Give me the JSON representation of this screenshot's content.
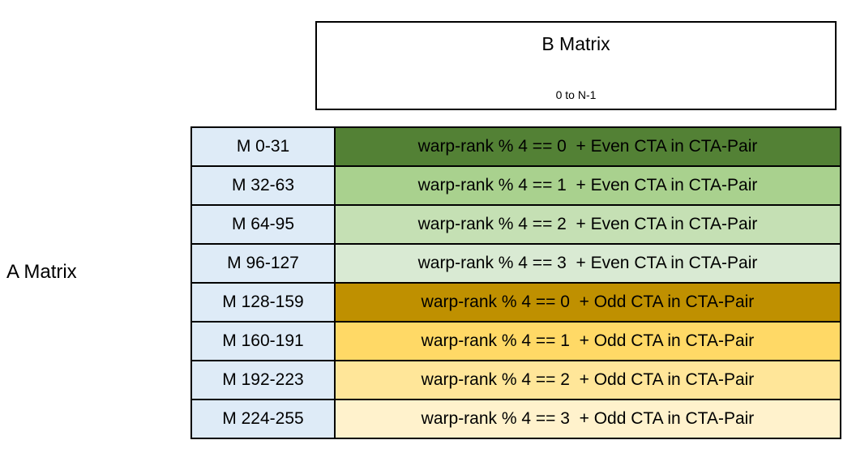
{
  "labels": {
    "a_matrix": "A Matrix"
  },
  "b_matrix_box": {
    "title": "B Matrix",
    "range_label": "0 to N-1"
  },
  "a_matrix_table": {
    "m_column_bg": "#DEEBF7",
    "border_color": "#000000",
    "rows": [
      {
        "m_range": "M 0-31",
        "description": "warp-rank % 4 == 0  + Even CTA in CTA-Pair",
        "color": "#538135"
      },
      {
        "m_range": "M 32-63",
        "description": "warp-rank % 4 == 1  + Even CTA in CTA-Pair",
        "color": "#A9D18E"
      },
      {
        "m_range": "M 64-95",
        "description": "warp-rank % 4 == 2  + Even CTA in CTA-Pair",
        "color": "#C5E0B4"
      },
      {
        "m_range": "M 96-127",
        "description": "warp-rank % 4 == 3  + Even CTA in CTA-Pair",
        "color": "#D9EAD3"
      },
      {
        "m_range": "M 128-159",
        "description": "warp-rank % 4 == 0  + Odd CTA in CTA-Pair",
        "color": "#BF9000"
      },
      {
        "m_range": "M 160-191",
        "description": "warp-rank % 4 == 1  + Odd CTA in CTA-Pair",
        "color": "#FFD966"
      },
      {
        "m_range": "M 192-223",
        "description": "warp-rank % 4 == 2  + Odd CTA in CTA-Pair",
        "color": "#FFE699"
      },
      {
        "m_range": "M 224-255",
        "description": "warp-rank % 4 == 3  + Odd CTA in CTA-Pair",
        "color": "#FFF2CC"
      }
    ]
  }
}
